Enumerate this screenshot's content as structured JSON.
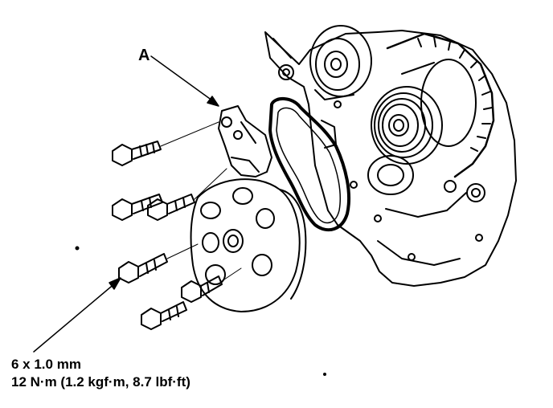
{
  "callouts": {
    "part_label": "A",
    "bolt_size": "6 x 1.0 mm",
    "torque_spec": "12 N·m (1.2 kgf·m, 8.7 lbf·ft)"
  },
  "colors": {
    "ink": "#000000",
    "paper": "#ffffff"
  }
}
